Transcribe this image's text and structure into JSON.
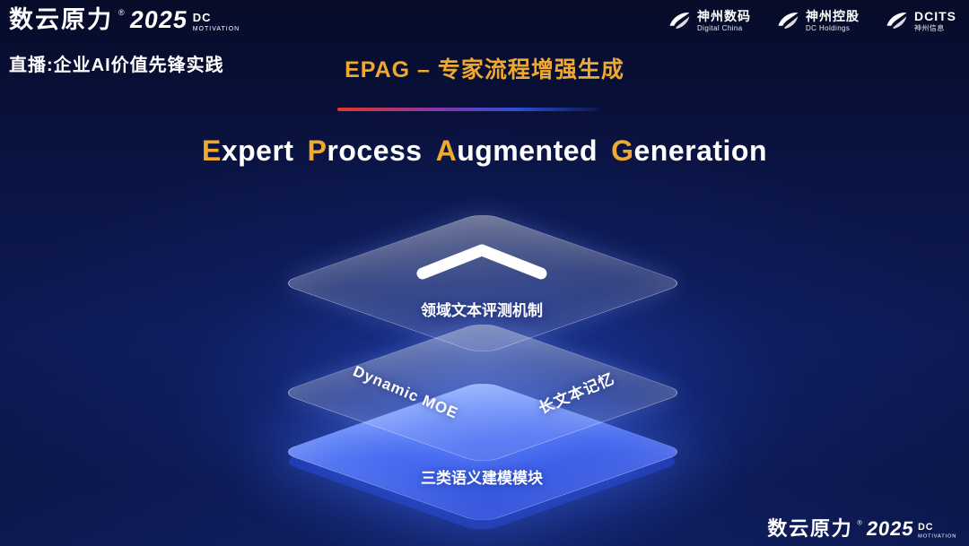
{
  "header": {
    "brand": {
      "name": "数云原力",
      "reg": "®",
      "year": "2025",
      "dc": "DC",
      "motivation": "MOTIVATION"
    },
    "live_tag": "直播:企业AI价值先锋实践",
    "title": "EPAG – 专家流程增强生成",
    "logos": [
      {
        "name": "神州数码",
        "subtitle": "Digital China"
      },
      {
        "name": "神州控股",
        "subtitle": "DC Holdings"
      },
      {
        "name": "DCITS",
        "subtitle": "神州信息"
      }
    ]
  },
  "main": {
    "english_title": {
      "words": [
        "Expert",
        "Process",
        "Augmented",
        "Generation"
      ]
    },
    "layers": {
      "top_label": "领域文本评测机制",
      "middle_left_label": "Dynamic  MOE",
      "middle_right_label": "长文本记忆",
      "bottom_label": "三类语义建模模块"
    }
  },
  "footer": {
    "brand": {
      "name": "数云原力",
      "reg": "®",
      "year": "2025",
      "dc": "DC",
      "motivation": "MOTIVATION"
    }
  },
  "colors": {
    "gold": "#EFA92F",
    "accent_blue": "#3D63E8",
    "layer_blue": "#4A6EF2",
    "gradient_red": "#E0372B",
    "background_navy": "#0A1340"
  }
}
